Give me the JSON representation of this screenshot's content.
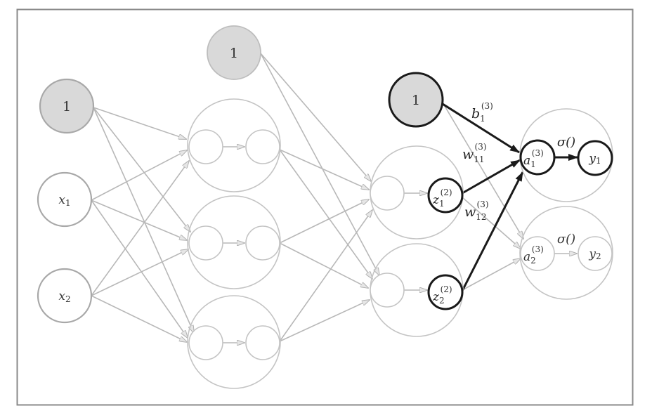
{
  "diagram": {
    "type": "neural-network-forward-pass",
    "colors": {
      "faded": "#b8b8b8",
      "highlight": "#1a1a1a",
      "bias_fill": "#d9d9d9",
      "frame": "#888888"
    },
    "layers": {
      "input": {
        "bias_label": "1",
        "nodes": [
          {
            "name": "x",
            "sub": "1"
          },
          {
            "name": "x",
            "sub": "2"
          }
        ]
      },
      "hidden1": {
        "bias_label": "1",
        "neuron_count": 3
      },
      "hidden2": {
        "bias_label": "1",
        "neurons": [
          {
            "name": "z",
            "sub": "1",
            "sup": "(2)"
          },
          {
            "name": "z",
            "sub": "2",
            "sup": "(2)"
          }
        ]
      },
      "output": {
        "neurons": [
          {
            "a_name": "a",
            "a_sub": "1",
            "a_sup": "(3)",
            "activation": "σ()",
            "y_name": "y",
            "y_sub": "1"
          },
          {
            "a_name": "a",
            "a_sub": "2",
            "a_sup": "(3)",
            "activation": "σ()",
            "y_name": "y",
            "y_sub": "2"
          }
        ]
      }
    },
    "edge_labels": {
      "bias": {
        "name": "b",
        "sub": "1",
        "sup": "(3)"
      },
      "w11": {
        "name": "w",
        "sub": "11",
        "sup": "(3)"
      },
      "w12": {
        "name": "w",
        "sub": "12",
        "sup": "(3)"
      }
    }
  }
}
